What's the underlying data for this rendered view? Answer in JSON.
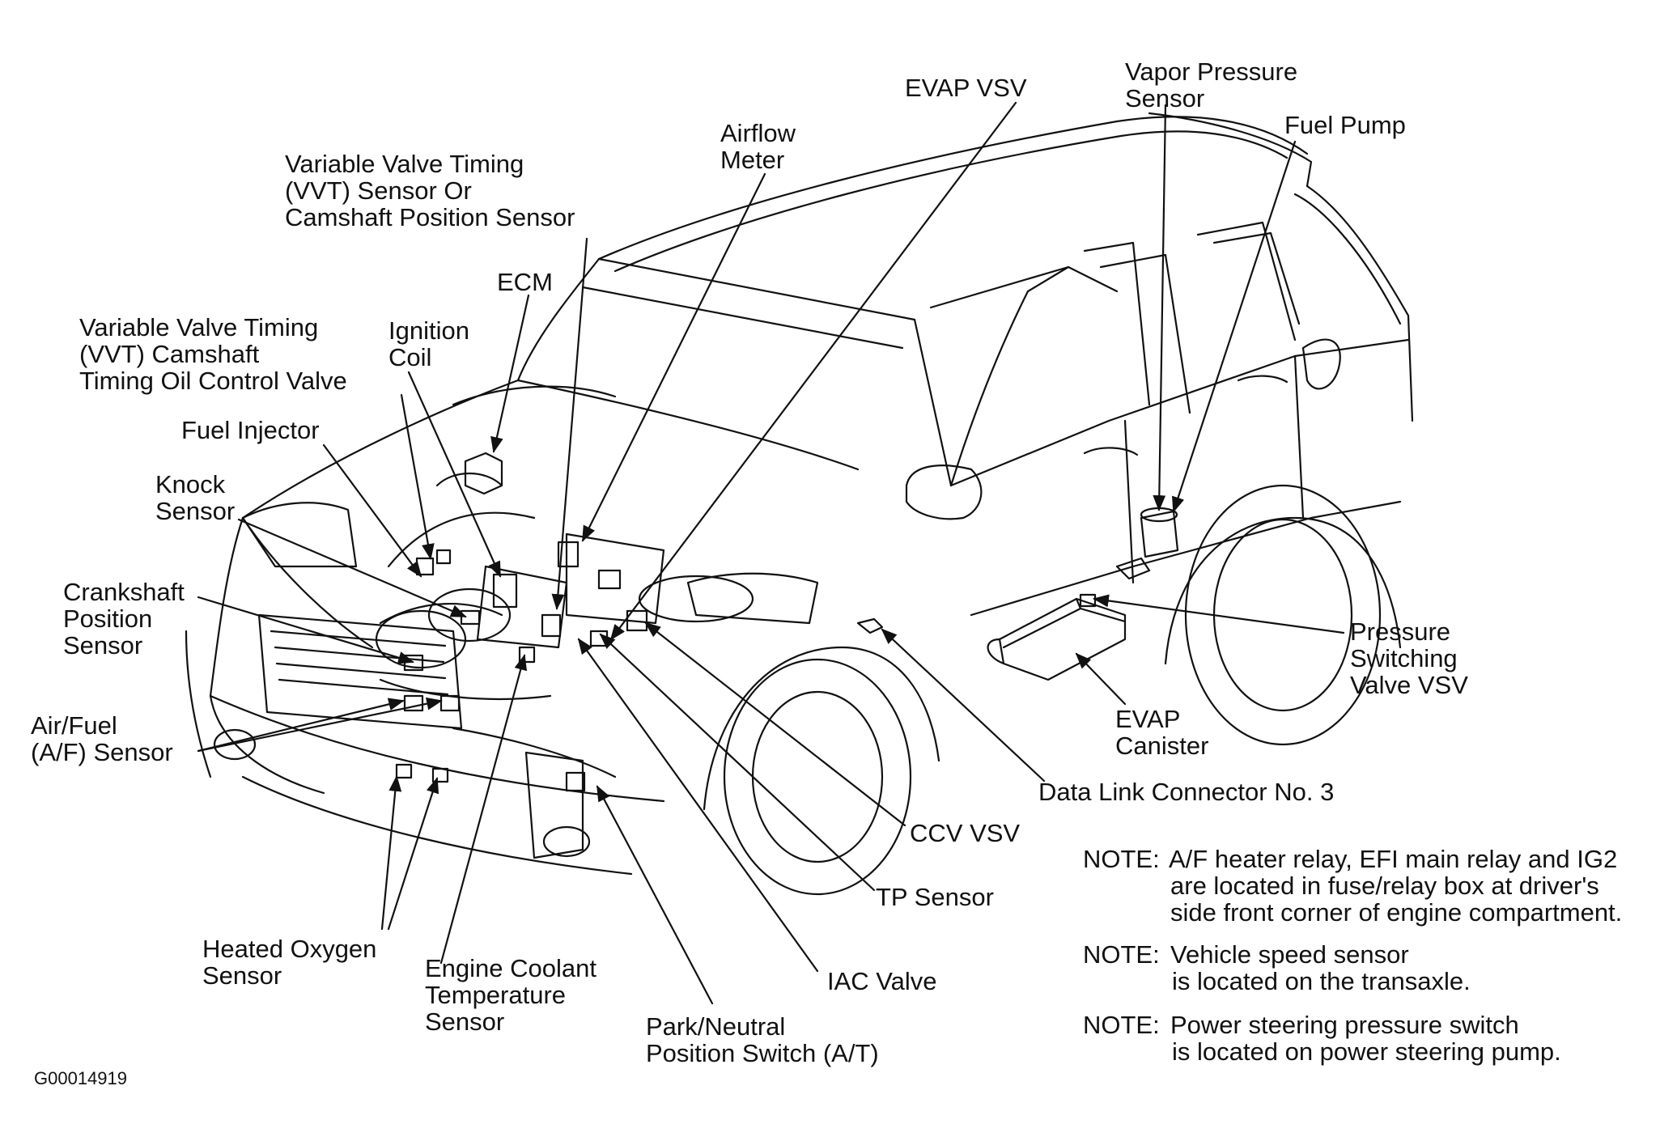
{
  "labels": {
    "evap_vsv": "EVAP VSV",
    "vapor_pressure_sensor": [
      "Vapor Pressure",
      "Sensor"
    ],
    "fuel_pump": "Fuel Pump",
    "airflow_meter": [
      "Airflow",
      "Meter"
    ],
    "vvt_sensor": [
      "Variable Valve Timing",
      "(VVT) Sensor Or",
      "Camshaft Position Sensor"
    ],
    "ecm": "ECM",
    "vvt_valve": [
      "Variable Valve Timing",
      "(VVT) Camshaft",
      "Timing Oil Control Valve"
    ],
    "ignition_coil": [
      "Ignition",
      "Coil"
    ],
    "fuel_injector": "Fuel Injector",
    "knock_sensor": [
      "Knock",
      "Sensor"
    ],
    "crankshaft_sensor": [
      "Crankshaft",
      "Position",
      "Sensor"
    ],
    "af_sensor": [
      "Air/Fuel",
      "(A/F) Sensor"
    ],
    "heated_oxygen_sensor": [
      "Heated Oxygen",
      "Sensor"
    ],
    "ect_sensor": [
      "Engine Coolant",
      "Temperature",
      "Sensor"
    ],
    "park_neutral_switch": [
      "Park/Neutral",
      "Position Switch (A/T)"
    ],
    "iac_valve": "IAC Valve",
    "tp_sensor": "TP Sensor",
    "ccv_vsv": "CCV VSV",
    "data_link_connector": "Data Link Connector No. 3",
    "evap_canister": [
      "EVAP",
      "Canister"
    ],
    "pressure_switching_valve": [
      "Pressure",
      "Switching",
      "Valve VSV"
    ]
  },
  "notes": [
    {
      "head": "NOTE:",
      "lines": [
        "A/F heater relay, EFI main relay and IG2",
        "are located in fuse/relay box at driver's",
        "side front corner of engine compartment."
      ]
    },
    {
      "head": "NOTE:",
      "lines": [
        "Vehicle speed sensor",
        "is located on the transaxle."
      ]
    },
    {
      "head": "NOTE:",
      "lines": [
        "Power steering pressure switch",
        "is located on power steering pump."
      ]
    }
  ],
  "figure_id": "G00014919",
  "colors": {
    "ink": "#111111",
    "background": "#ffffff"
  }
}
